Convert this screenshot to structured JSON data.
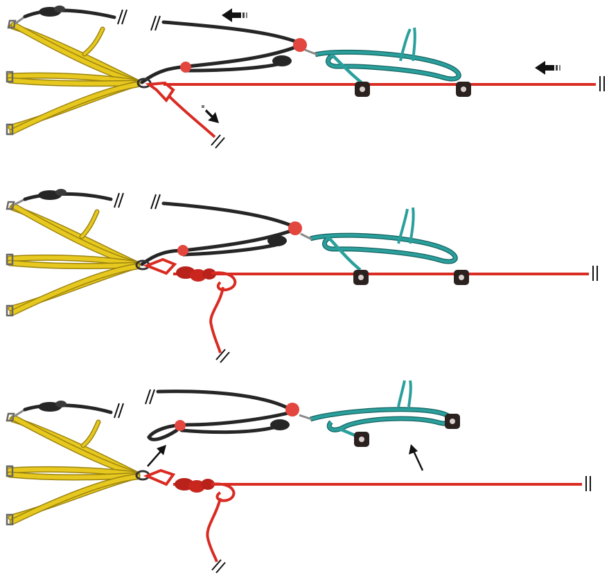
{
  "figure": {
    "colors": {
      "yellow_sling": "#e6c81e",
      "yellow_dark": "#9c8410",
      "black_line": "#262626",
      "red_line": "#d92b22",
      "red_dark": "#8e1812",
      "teal_loop": "#2a9f9c",
      "teal_dark": "#15625f",
      "pulley": "#2b2220",
      "ring": "#888888",
      "arrow": "#111111"
    },
    "panels": [
      {
        "id": "step-1",
        "motion_arrows": 3,
        "red_knot": "none",
        "teal_pulleys_on_red": true
      },
      {
        "id": "step-2",
        "motion_arrows": 0,
        "red_knot": "tied-off",
        "teal_pulleys_on_red": true
      },
      {
        "id": "step-3",
        "motion_arrows": 2,
        "red_knot": "tied-off",
        "teal_pulleys_on_red": false
      }
    ],
    "icons": [
      "break-mark-icon",
      "direction-arrow-icon",
      "pulley-icon",
      "carabiner-icon",
      "anchor-ring-icon"
    ]
  }
}
